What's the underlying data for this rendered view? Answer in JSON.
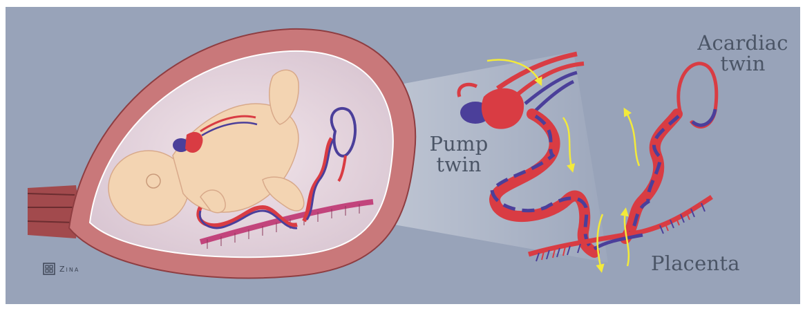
{
  "labels": {
    "acardiac_line1": "Acardiac",
    "acardiac_line2": "twin",
    "pump_line1": "Pump",
    "pump_line2": "twin",
    "placenta": "Placenta"
  },
  "signature": "Zina",
  "colors": {
    "background": "#98a3b9",
    "uterus_wall": "#c9787a",
    "fetus_skin": "#f3d4b2",
    "artery": "#d93c43",
    "vein": "#4b3f9a",
    "flow_arrow": "#f3ea3a",
    "label_text": "#4b5566"
  },
  "icons": [
    "logo-knot-icon"
  ]
}
